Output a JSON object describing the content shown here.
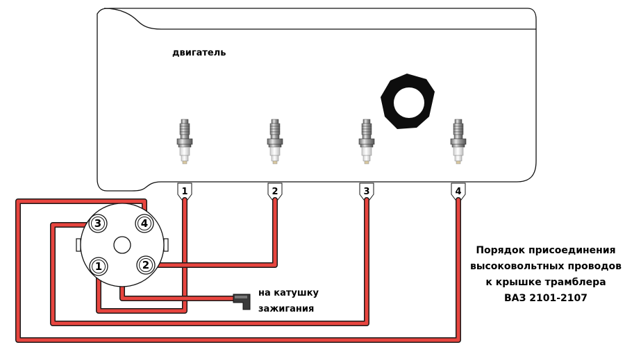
{
  "engine_label": "двигатель",
  "plug_numbers": [
    "1",
    "2",
    "3",
    "4"
  ],
  "cap_terminals": {
    "t1": "1",
    "t2": "2",
    "t3": "3",
    "t4": "4"
  },
  "coil_label": {
    "line1": "на катушку",
    "line2": "зажигания"
  },
  "caption": {
    "line1": "Порядок присоединения",
    "line2": "высоковольтных проводов",
    "line3": "к крышке трамблера",
    "line4": "ВАЗ 2101-2107"
  },
  "colors": {
    "wire": "#e8453f",
    "outline": "#1a1a1a"
  }
}
